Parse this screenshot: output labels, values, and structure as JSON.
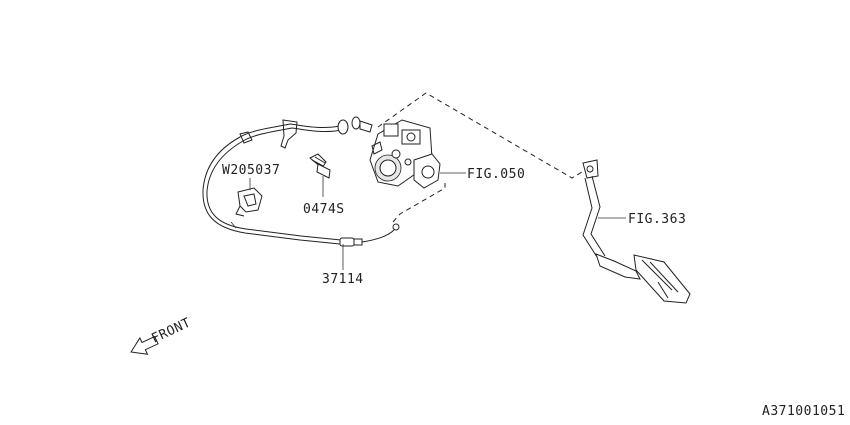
{
  "labels": {
    "w205037": "W205037",
    "p0474s": "0474S",
    "p37114": "37114",
    "fig050": "FIG.050",
    "fig363": "FIG.363",
    "front": "FRONT",
    "drawing_id": "A371001051"
  }
}
